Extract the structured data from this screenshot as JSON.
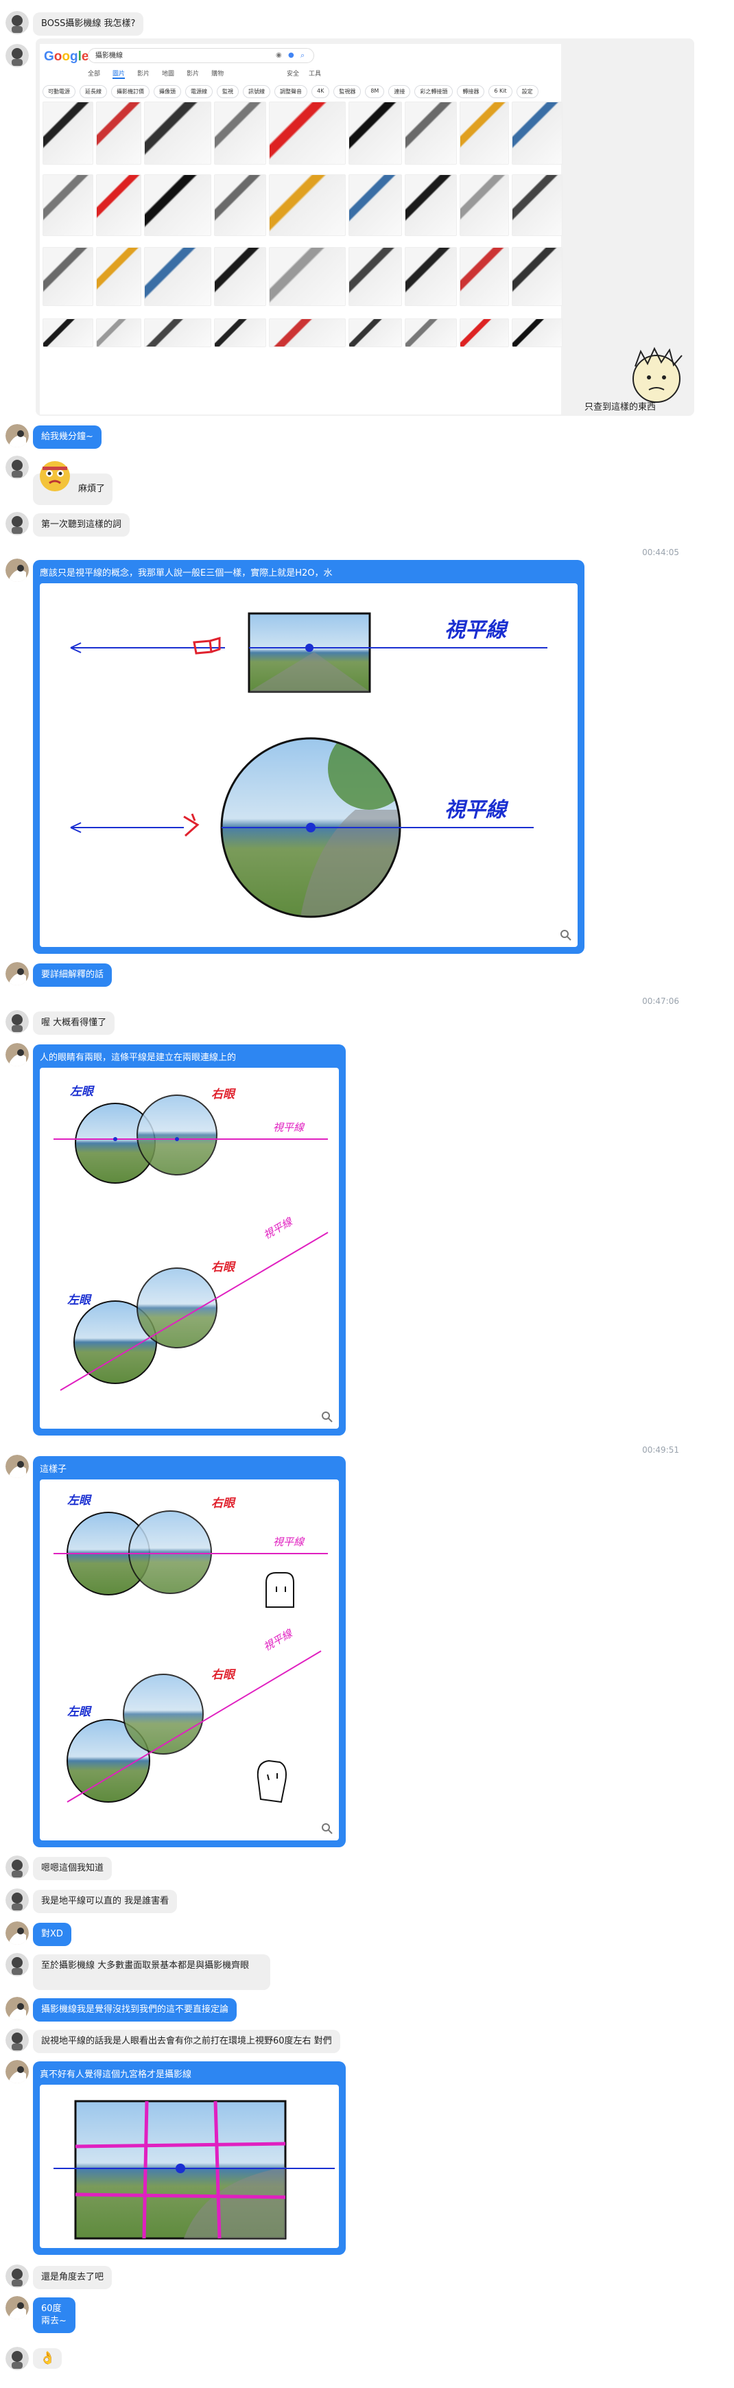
{
  "colors": {
    "blue": "#2d86f2",
    "gray": "#efefef",
    "ink_blue": "#1a2fd1",
    "magenta": "#e020c0",
    "red": "#e0222e"
  },
  "messages": {
    "m1": "BOSS攝影機線 我怎樣?",
    "m2": "給我幾分鐘~",
    "m3": "麻煩了",
    "m4": "第一次聽到這樣的詞",
    "m5": "要詳細解釋的話",
    "m6": "喔 大概看得懂了",
    "m7": "嗯嗯這個我知道",
    "m8": "我是地平線可以直的 我是誰害看",
    "m9": "對XD",
    "m10": "至於攝影機線 大多數畫面取景基本都是與攝影機齊眼",
    "m11": "攝影機線我是覺得沒找到我們的這不要直接定論",
    "m12": "說視地平線的話我是人眼看出去會有你之前打在環境上視野60度左右 對們",
    "m13": "還是角度去了吧",
    "m14": "60度\n兩去~"
  },
  "timestamps": {
    "t1": "00:44:05",
    "t2": "00:47:06",
    "t3": "00:49:51"
  },
  "cards": {
    "c1": {
      "caption": "應該只是視平線的概念，我那單人說一般E三個一樣，實際上就是H2O，水",
      "label_a": "視平線",
      "label_b": "視平線"
    },
    "c2": {
      "caption": "人的眼睛有兩眼，這條平線是建立在兩眼連線上的",
      "left": "左眼",
      "right": "右眼",
      "line": "視平線"
    },
    "c3": {
      "caption": "這樣子",
      "left": "左眼",
      "right": "右眼",
      "line": "視平線"
    },
    "c4": {
      "caption": "真不好有人覺得這個九宮格才是攝影線"
    }
  },
  "google": {
    "logo": "Google",
    "query": "攝影機線",
    "tabs": [
      "全部",
      "圖片",
      "影片",
      "地圖",
      "影片",
      "購物"
    ],
    "active_tab": 1,
    "tools": [
      "安全",
      "工具"
    ],
    "chips": [
      "可動電源",
      "延長線",
      "攝影機訂價",
      "攝像頭",
      "電源線",
      "監視",
      "訊號線",
      "調整聲音",
      "4K",
      "監視器",
      "8M",
      "連接",
      "彩之轉接頭",
      "轉接器",
      "6 Kit",
      "設定"
    ],
    "overlay_note": "只查到這樣的東西"
  },
  "emoji": {
    "ok": "👌"
  }
}
